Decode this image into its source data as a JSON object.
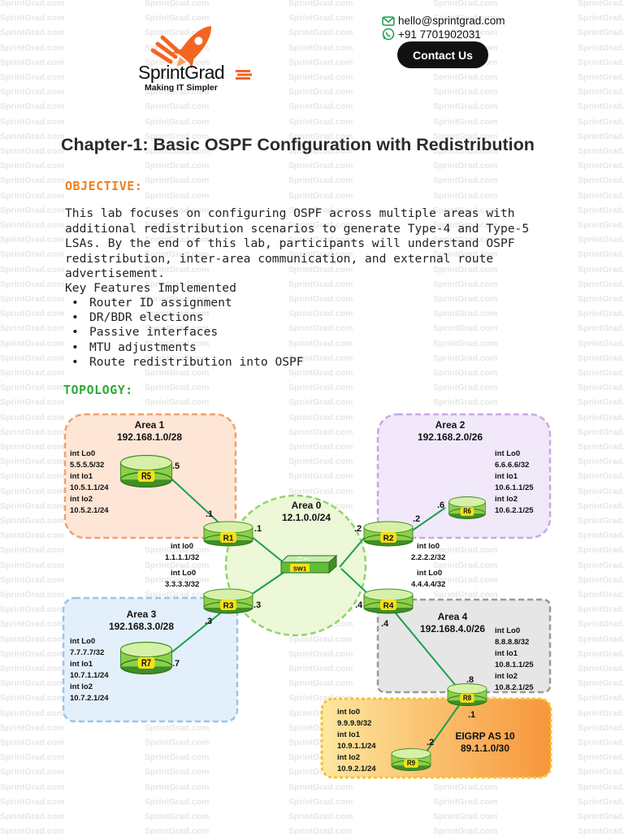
{
  "header": {
    "brand": "SprintGrad",
    "tagline": "Making IT Simpler",
    "email": "hello@sprintgrad.com",
    "phone": "+91 7701902031",
    "contact_button": "Contact Us",
    "watermark": "SprintGrad.com",
    "colors": {
      "logo": "#f26522",
      "button": "#111111"
    }
  },
  "title": "Chapter-1: Basic OSPF Configuration with Redistribution",
  "objective": {
    "heading": "OBJECTIVE:",
    "text": "This lab focuses on configuring OSPF across multiple areas with additional redistribution scenarios to generate Type-4 and Type-5 LSAs. By the end of this lab, participants will understand OSPF redistribution, inter-area communication, and external route advertisement.",
    "heading_color": "#f07f1e"
  },
  "key_features": {
    "title": "Key Features Implemented",
    "items": [
      "Router ID assignment",
      "DR/BDR elections",
      "Passive interfaces",
      "MTU adjustments",
      "Route redistribution into OSPF"
    ]
  },
  "topology": {
    "heading": "TOPOLOGY:",
    "heading_color": "#2eaa36",
    "areas": {
      "area0": {
        "name": "Area 0",
        "subnet": "12.1.0.0/24"
      },
      "area1": {
        "name": "Area 1",
        "subnet": "192.168.1.0/28"
      },
      "area2": {
        "name": "Area 2",
        "subnet": "192.168.2.0/26"
      },
      "area3": {
        "name": "Area 3",
        "subnet": "192.168.3.0/28"
      },
      "area4": {
        "name": "Area 4",
        "subnet": "192.168.4.0/26"
      },
      "eigrp": {
        "name": "EIGRP AS 10",
        "subnet": "89.1.1.0/30"
      }
    },
    "switch": "SW1",
    "routers": {
      "r1": "R1",
      "r2": "R2",
      "r3": "R3",
      "r4": "R4",
      "r5": "R5",
      "r6": "R6",
      "r7": "R7",
      "r8": "R8",
      "r9": "R9"
    },
    "interfaces": {
      "r5": [
        "int Lo0",
        "5.5.5.5/32",
        "int lo1",
        "10.5.1.1/24",
        "int lo2",
        "10.5.2.1/24"
      ],
      "r6": [
        "int Lo0",
        "6.6.6.6/32",
        "int lo1",
        "10.6.1.1/25",
        "int lo2",
        "10.6.2.1/25"
      ],
      "r7": [
        "int Lo0",
        "7.7.7.7/32",
        "int lo1",
        "10.7.1.1/24",
        "int lo2",
        "10.7.2.1/24"
      ],
      "r8": [
        "int Lo0",
        "8.8.8.8/32",
        "int lo1",
        "10.8.1.1/25",
        "int lo2",
        "10.8.2.1/25"
      ],
      "r9": [
        "int lo0",
        "9.9.9.9/32",
        "int lo1",
        "10.9.1.1/24",
        "int lo2",
        "10.9.2.1/24"
      ],
      "r1": [
        "int lo0",
        "1.1.1.1/32"
      ],
      "r2": [
        "int lo0",
        "2.2.2.2/32"
      ],
      "r3": [
        "int Lo0",
        "3.3.3.3/32"
      ],
      "r4": [
        "int Lo0",
        "4.4.4.4/32"
      ]
    },
    "ip_suffixes": {
      "r5_r1_r5": ".5",
      "r5_r1_r1": ".1",
      "r1_sw": ".1",
      "r2_sw": ".2",
      "r2_r6_r2": ".2",
      "r2_r6_r6": ".6",
      "r3_sw": ".3",
      "r3_r7_r3": ".3",
      "r3_r7_r7": ".7",
      "r4_sw": ".4",
      "r4_r8_r4": ".4",
      "r4_r8_r8": ".8",
      "r8_r9_r8": ".1",
      "r8_r9_r9": ".2"
    },
    "colors": {
      "area0_fill": "#eaf7d4",
      "area0_stroke": "#8fd46a",
      "area1_fill": "#fde6d6",
      "area1_stroke": "#f0a070",
      "area2_fill": "#f1e8fa",
      "area2_stroke": "#c8a8e6",
      "area3_fill": "#e3f0fb",
      "area3_stroke": "#9cc4ea",
      "area4_fill": "#e6e6e6",
      "area4_stroke": "#9a9a9a",
      "eigrp_fill": "#fbb35a",
      "eigrp_stroke": "#f6c232",
      "router": "#8ccf4a",
      "router_label": "#f7e017",
      "link": "#1a9e4e"
    }
  }
}
